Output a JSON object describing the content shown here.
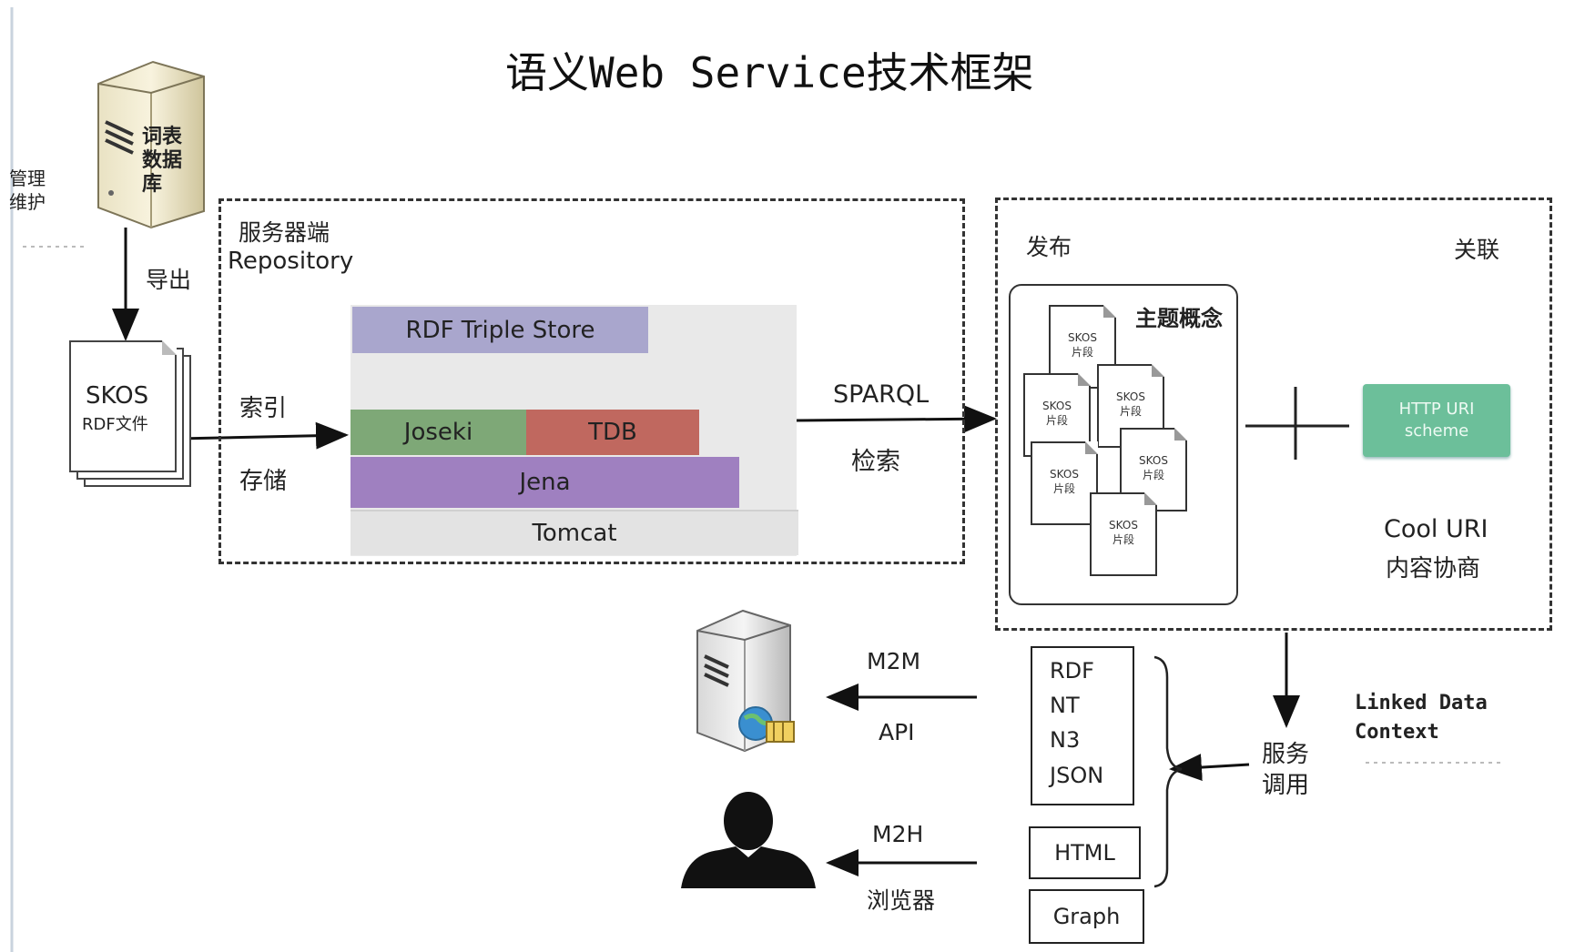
{
  "title": "语义Web Service技术框架",
  "left_edge": {
    "line1": "管理",
    "line2": "维护"
  },
  "database": {
    "line1": "词表",
    "line2": "数据",
    "line3": "库"
  },
  "export_label": "导出",
  "skos_file": {
    "line1": "SKOS",
    "line2": "RDF文件"
  },
  "server": {
    "title": "服务器端",
    "subtitle": "Repository",
    "index_label": "索引",
    "store_label": "存储",
    "layers": {
      "triple_store": "RDF Triple Store",
      "joseki": "Joseki",
      "tdb": "TDB",
      "jena": "Jena",
      "tomcat": "Tomcat"
    }
  },
  "sparql": {
    "line1": "SPARQL",
    "line2": "检索"
  },
  "publish": {
    "left_label": "发布",
    "right_label": "关联",
    "concept_label": "主题概念",
    "snippet_line1": "SKOS",
    "snippet_line2": "片段",
    "http_uri": {
      "line1": "HTTP URI",
      "line2": "scheme"
    },
    "cool_uri": {
      "line1": "Cool URI",
      "line2": "内容协商"
    }
  },
  "m2m": {
    "top": "M2M",
    "bottom": "API"
  },
  "m2h": {
    "top": "M2H",
    "bottom": "浏览器"
  },
  "formats": {
    "rdf_group": [
      "RDF",
      "NT",
      "N3",
      "JSON"
    ],
    "html": "HTML",
    "graph": "Graph"
  },
  "service_call": {
    "line1": "服务",
    "line2": "调用"
  },
  "linked_data": {
    "line1": "Linked Data",
    "line2": "Context"
  },
  "colors": {
    "triple_store": "#a9a6cd",
    "joseki": "#7ea877",
    "tdb": "#c0685f",
    "jena": "#9f80c0",
    "tomcat": "#e3e3e3",
    "http_uri": "#6cbf9a"
  }
}
